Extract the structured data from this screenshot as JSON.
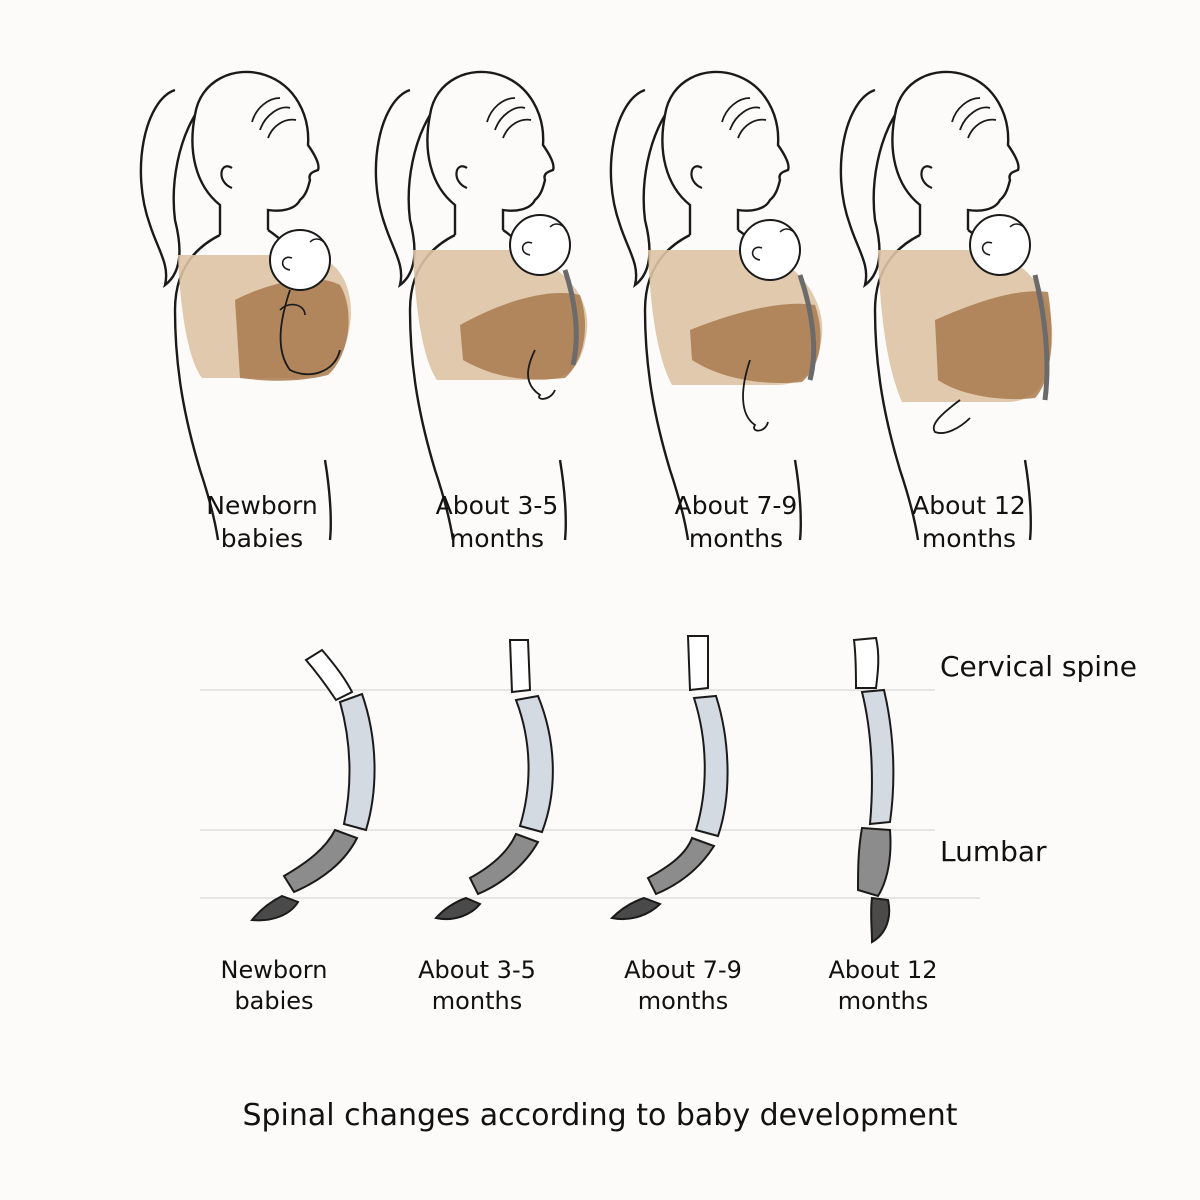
{
  "stages": [
    {
      "line1": "Newborn",
      "line2": "babies"
    },
    {
      "line1": "About 3-5",
      "line2": "months"
    },
    {
      "line1": "About 7-9",
      "line2": "months"
    },
    {
      "line1": "About 12",
      "line2": "months"
    }
  ],
  "spine_labels": {
    "cervical": "Cervical spine",
    "lumbar": "Lumbar"
  },
  "caption": "Spinal changes according to baby development",
  "colors": {
    "sling_light": "#ddc3a3",
    "sling_dark": "#a87a4e",
    "cervical_fill": "#ffffff",
    "thoracic_fill": "#d3dae2",
    "lumbar_fill": "#8c8c8c",
    "sacrum_fill": "#4a4a4a",
    "line": "#1a1a1a"
  }
}
